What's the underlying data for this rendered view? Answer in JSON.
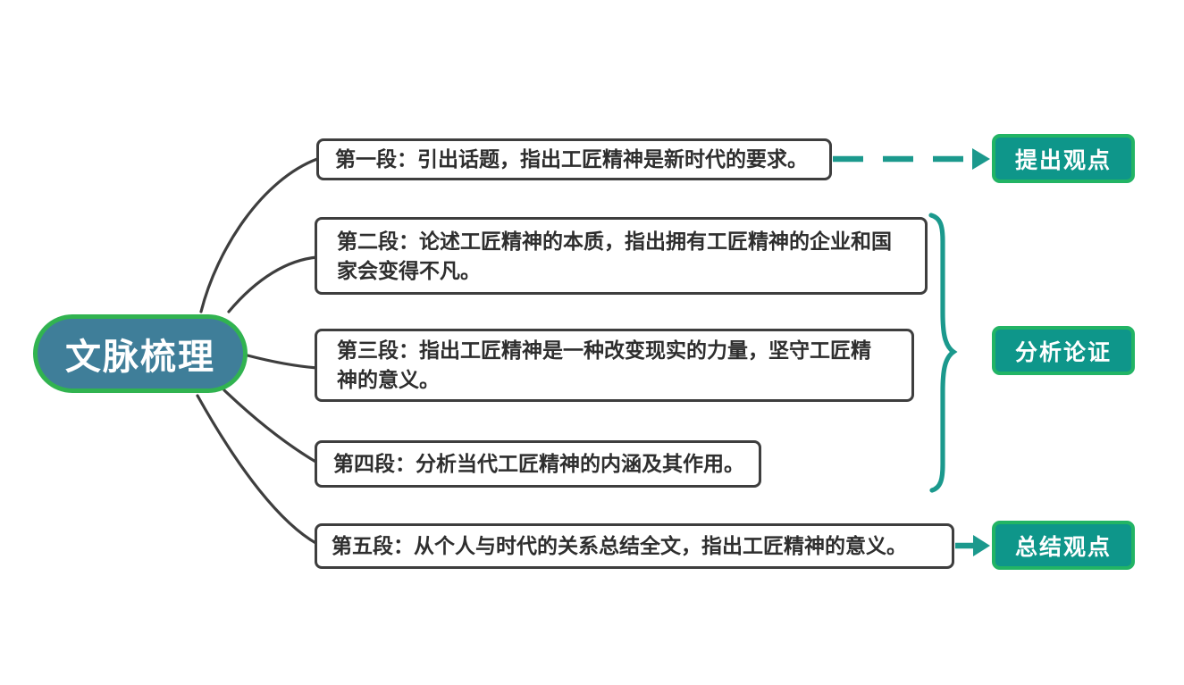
{
  "colors": {
    "teal-fill": "#0E968A",
    "teal-stroke": "#1B998D",
    "green-label-border": "#22B465",
    "green-root-border": "#31B350",
    "root-fill": "#3F7E99",
    "dark-stroke": "#3E3E3E",
    "text-dark": "#2E2E2E",
    "text-white": "#FFFFFF"
  },
  "root": {
    "label": "文脉梳理"
  },
  "paragraphs": [
    {
      "text": "第一段：引出话题，指出工匠精神是新时代的要求。"
    },
    {
      "text": "第二段：论述工匠精神的本质，指出拥有工匠精神的企业和国\n家会变得不凡。"
    },
    {
      "text": "第三段：指出工匠精神是一种改变现实的力量，坚守工匠精\n神的意义。"
    },
    {
      "text": "第四段：分析当代工匠精神的内涵及其作用。"
    },
    {
      "text": "第五段：从个人与时代的关系总结全文，指出工匠精神的意义。"
    }
  ],
  "stages": [
    {
      "label": "提出观点"
    },
    {
      "label": "分析论证"
    },
    {
      "label": "总结观点"
    }
  ]
}
